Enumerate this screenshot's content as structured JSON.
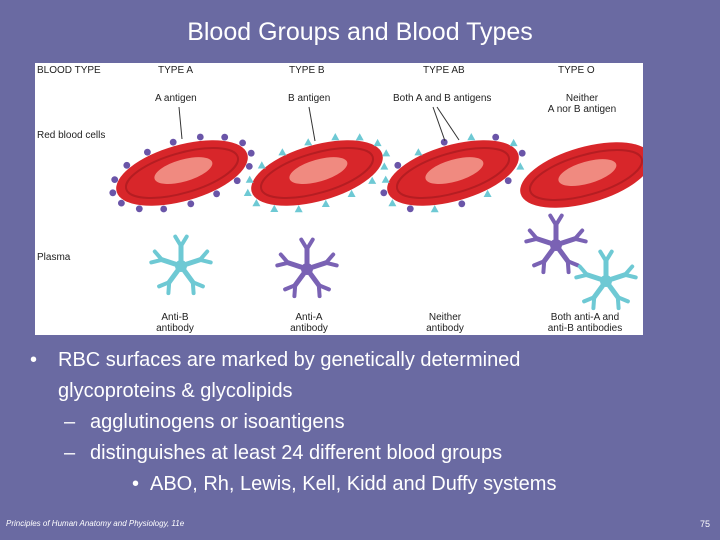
{
  "slide": {
    "title": "Blood Groups and Blood Types"
  },
  "figure": {
    "row_labels": {
      "blood_type": "BLOOD TYPE",
      "red_blood_cells": "Red blood cells",
      "plasma": "Plasma"
    },
    "columns": [
      {
        "type": "TYPE A",
        "antigen": "A antigen",
        "antibody": "Anti-B\nantibody"
      },
      {
        "type": "TYPE B",
        "antigen": "B antigen",
        "antibody": "Anti-A\nantibody"
      },
      {
        "type": "TYPE AB",
        "antigen": "Both A and B antigens",
        "antibody": "Neither\nantibody"
      },
      {
        "type": "TYPE O",
        "antigen": "Neither\nA nor B antigen",
        "antibody": "Both anti-A and\nanti-B antibodies"
      }
    ],
    "colors": {
      "rbc": "#d8262a",
      "rbc_center": "#f08a80",
      "a_antigen": "#6a55a8",
      "b_antigen": "#6ec9d4",
      "anti_a_antibody": "#7a62b4",
      "anti_b_antibody": "#6ec9d4"
    }
  },
  "bullets": {
    "b1_line1": "RBC surfaces are marked by genetically determined",
    "b1_line2": "glycoproteins & glycolipids",
    "b2": "agglutinogens or isoantigens",
    "b3": "distinguishes at least 24 different blood groups",
    "b4": "ABO, Rh, Lewis, Kell, Kidd and Duffy systems"
  },
  "footer": {
    "source": "Principles of Human Anatomy and Physiology, 11e",
    "page_number": "75"
  }
}
